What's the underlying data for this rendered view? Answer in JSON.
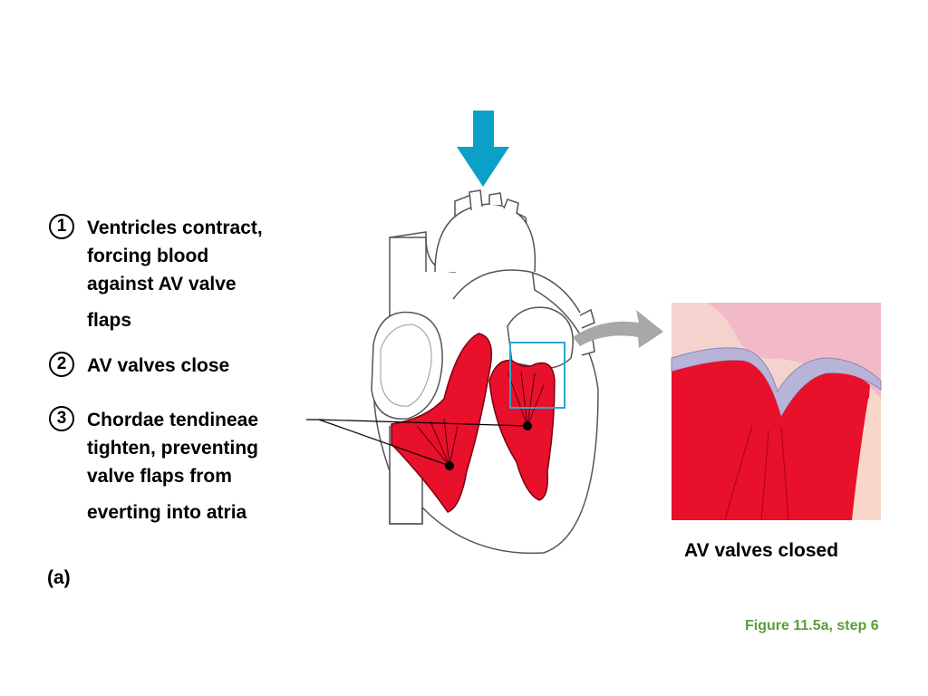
{
  "steps": [
    {
      "number": "1",
      "lines": [
        "Ventricles contract,",
        "forcing blood",
        "against AV valve"
      ],
      "tail": "flaps"
    },
    {
      "number": "2",
      "lines": [
        "AV valves close"
      ],
      "tail": ""
    },
    {
      "number": "3",
      "lines": [
        "Chordae tendineae",
        "tighten, preventing",
        "valve flaps from"
      ],
      "tail": "everting into atria"
    }
  ],
  "panel_label": "(a)",
  "detail_caption": "AV valves closed",
  "figure_credit": "Figure 11.5a, step 6",
  "colors": {
    "arrow": "#0aa0c8",
    "ventricle": "#e8102a",
    "zoom_box": "#2aa8c8",
    "zoom_arrow": "#a8a8a8",
    "credit": "#5a9e3a"
  }
}
